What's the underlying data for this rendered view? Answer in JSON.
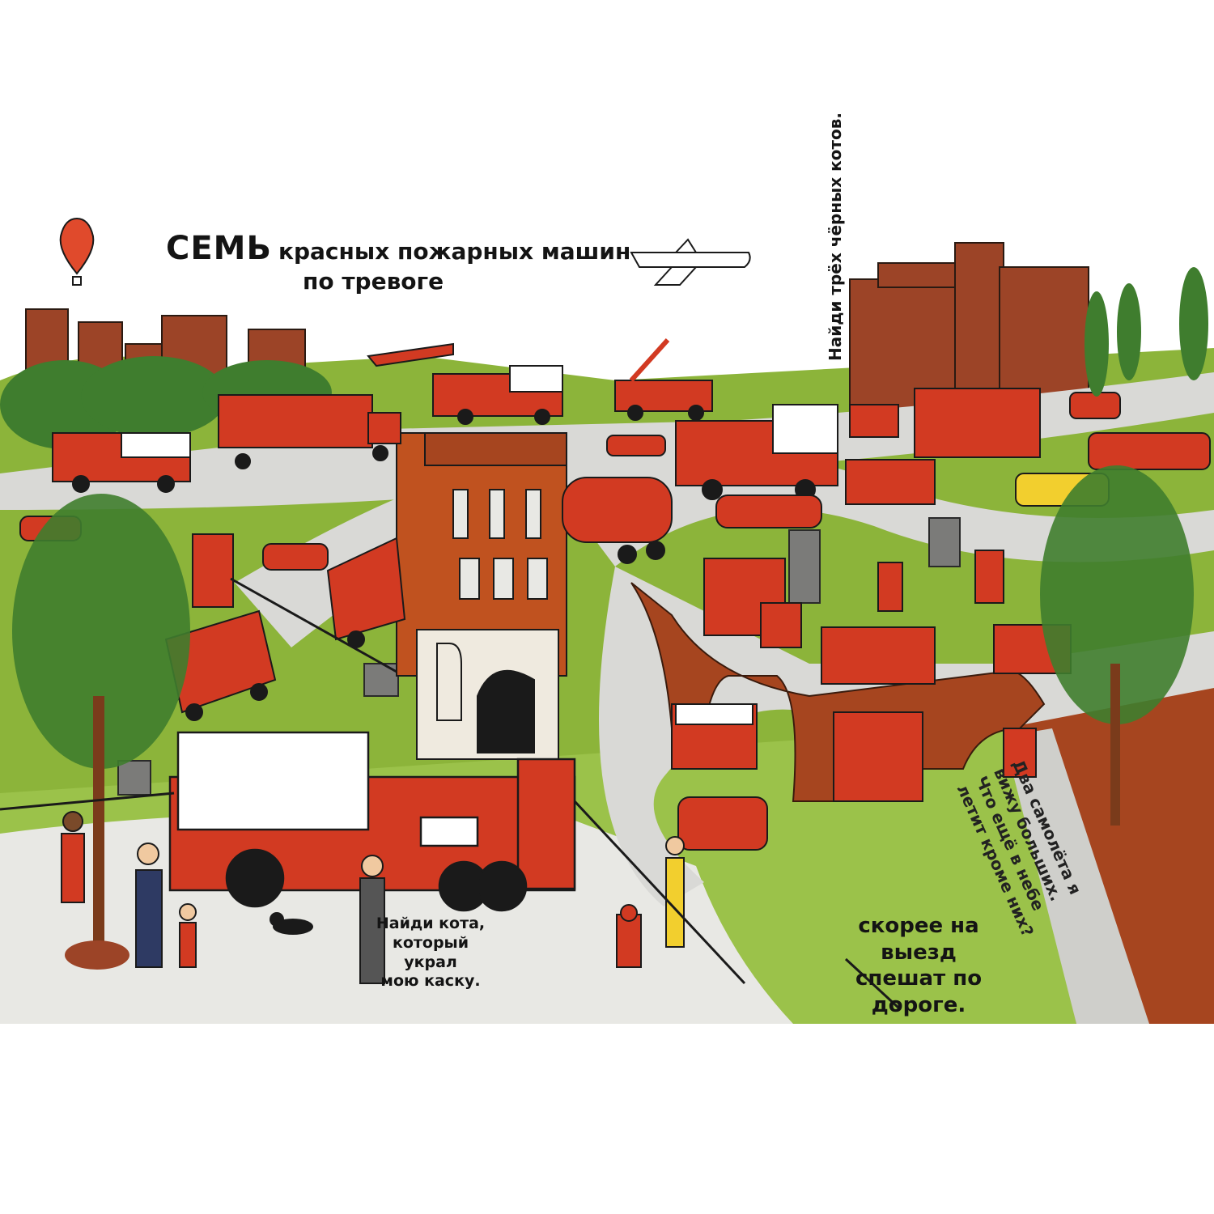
{
  "title": {
    "big_word": "СЕМЬ",
    "line1_rest": "красных пожарных машин",
    "line2": "по тревоге"
  },
  "find_cats": "Найди трёх чёрных котов.",
  "find_cat_helmet": {
    "line1": "Найди кота,",
    "line2": "который украл",
    "line3": "мою каску."
  },
  "bottom_text": {
    "line1": "скорее на выезд",
    "line2": "спешат по дороге."
  },
  "road_text": {
    "line1": "Два самолёта я вижу больших.",
    "line2": "Что ещё в небе летит кроме них?"
  },
  "colors": {
    "red": "#d23a22",
    "brick": "#9c4427",
    "green": "#8cb43a",
    "dark_green": "#3f7d2e",
    "road": "#d9d9d6",
    "ink": "#141414"
  }
}
